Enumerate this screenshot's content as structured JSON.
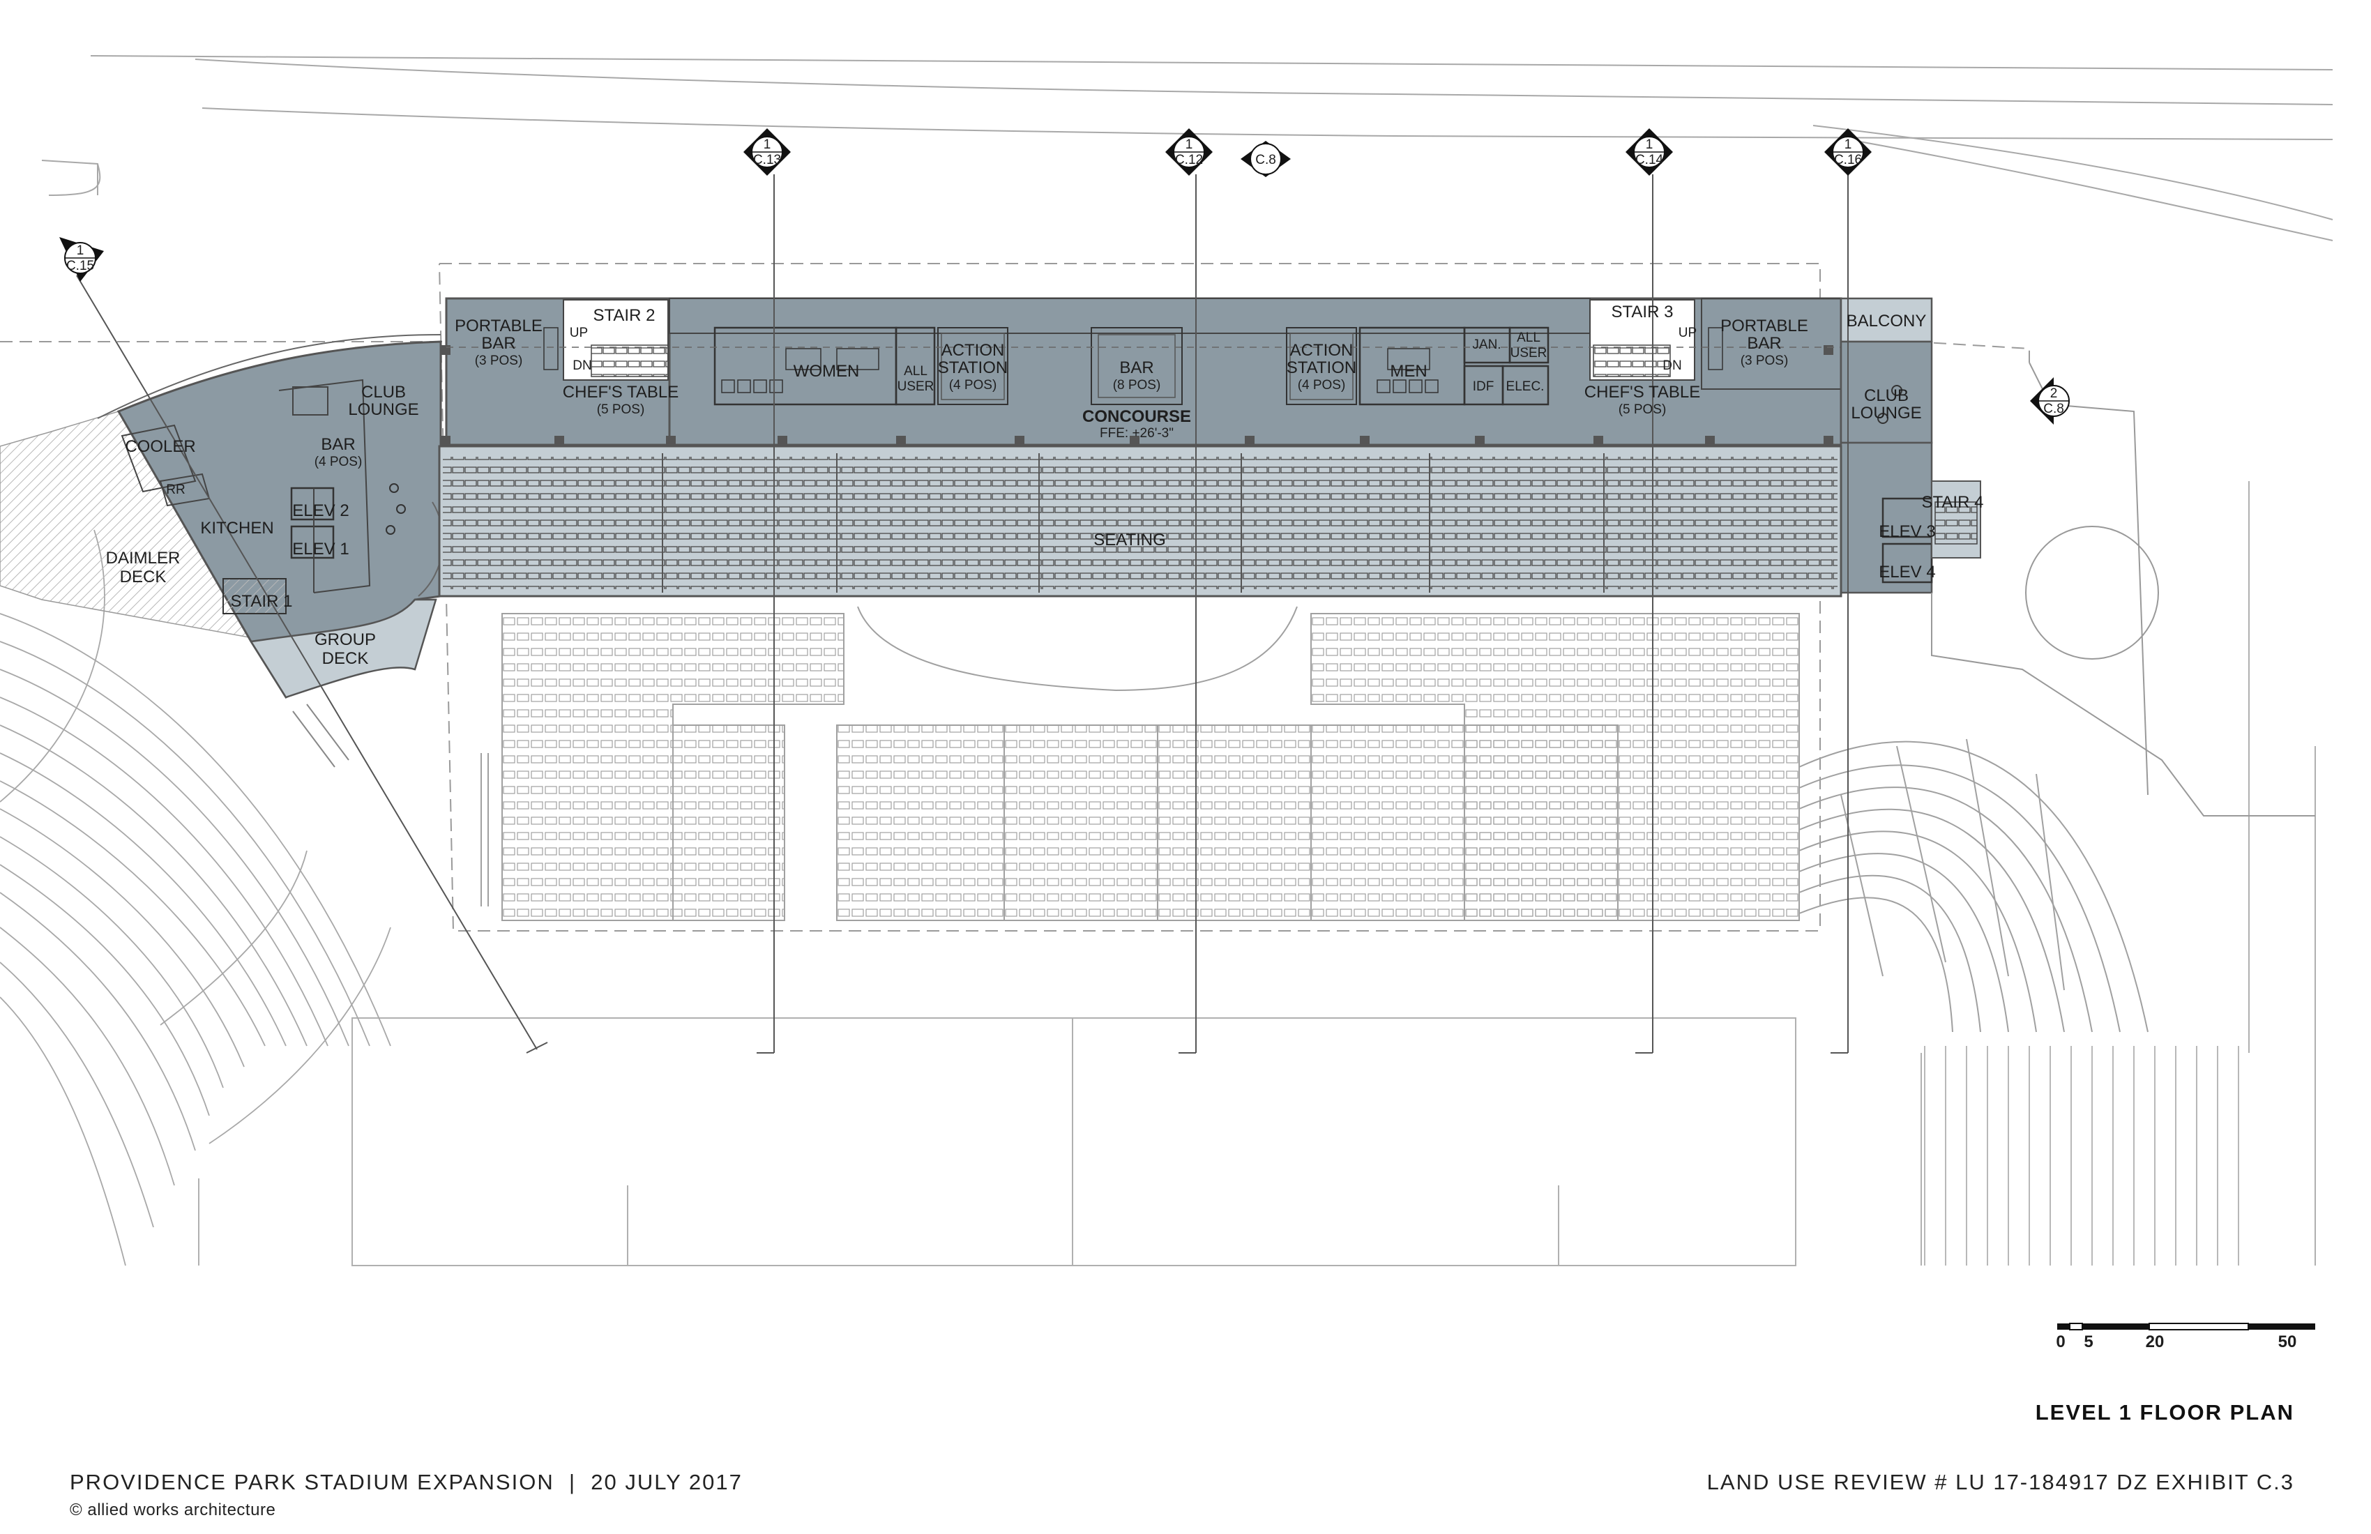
{
  "title": {
    "plan": "LEVEL 1 FLOOR PLAN",
    "project": "PROVIDENCE PARK STADIUM EXPANSION",
    "separator": "|",
    "date": "20 JULY 2017",
    "credit": "© allied works architecture",
    "review": "LAND USE REVIEW # LU 17-184917 DZ EXHIBIT C.3"
  },
  "scale": {
    "ticks": [
      "0",
      "5",
      "20",
      "50"
    ]
  },
  "markers": [
    {
      "num": "1",
      "sheet": "C.13"
    },
    {
      "num": "1",
      "sheet": "C.12"
    },
    {
      "num": "",
      "sheet": "C.8"
    },
    {
      "num": "1",
      "sheet": "C.14"
    },
    {
      "num": "1",
      "sheet": "C.16"
    },
    {
      "num": "1",
      "sheet": "C.15"
    },
    {
      "num": "2",
      "sheet": "C.8"
    }
  ],
  "rooms": {
    "portable_bar_l": [
      "PORTABLE",
      "BAR",
      "(3 POS)"
    ],
    "stair2": "STAIR 2",
    "chefs_table_l": [
      "CHEF'S TABLE",
      "(5 POS)"
    ],
    "women": "WOMEN",
    "all_user_l": [
      "ALL",
      "USER"
    ],
    "action_station_l": [
      "ACTION",
      "STATION",
      "(4 POS)"
    ],
    "bar_center": [
      "BAR",
      "(8 POS)"
    ],
    "concourse": [
      "CONCOURSE",
      "FFE: +26'-3\""
    ],
    "action_station_r": [
      "ACTION",
      "STATION",
      "(4 POS)"
    ],
    "men": "MEN",
    "jan": "JAN.",
    "all_user_r": [
      "ALL",
      "USER"
    ],
    "idf": "IDF",
    "elec": "ELEC.",
    "stair3": "STAIR 3",
    "chefs_table_r": [
      "CHEF'S TABLE",
      "(5 POS)"
    ],
    "portable_bar_r": [
      "PORTABLE",
      "BAR",
      "(3 POS)"
    ],
    "balcony": "BALCONY",
    "club_lounge_r": [
      "CLUB",
      "LOUNGE"
    ],
    "stair4": "STAIR 4",
    "elev3": "ELEV 3",
    "elev4": "ELEV 4",
    "seating": "SEATING",
    "club_lounge_l": [
      "CLUB",
      "LOUNGE"
    ],
    "bar_l": [
      "BAR",
      "(4 POS)"
    ],
    "cooler": "COOLER",
    "rr": "RR",
    "kitchen": "KITCHEN",
    "elev2": "ELEV 2",
    "elev1": "ELEV 1",
    "stair1": "STAIR 1",
    "daimler_deck": [
      "DAIMLER",
      "DECK"
    ],
    "group_deck": [
      "GROUP",
      "DECK"
    ],
    "up": "UP",
    "dn": "DN"
  },
  "colors": {
    "fill": "#8c9aa3",
    "fillLight": "#c4ced4",
    "line": "#555555",
    "thin": "#9a9a9a"
  }
}
